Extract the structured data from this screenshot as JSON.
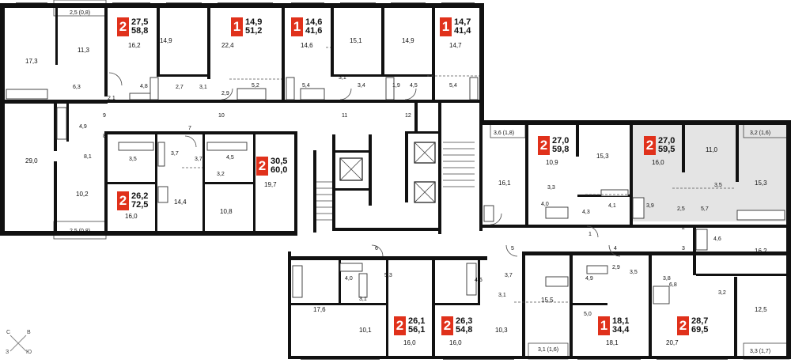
{
  "apartments": [
    {
      "rooms": "2",
      "living": "27,5",
      "total": "58,8"
    },
    {
      "rooms": "1",
      "living": "14,9",
      "total": "51,2"
    },
    {
      "rooms": "1",
      "living": "14,6",
      "total": "41,6"
    },
    {
      "rooms": "1",
      "living": "14,7",
      "total": "41,4"
    },
    {
      "rooms": "2",
      "living": "30,5",
      "total": "60,0"
    },
    {
      "rooms": "2",
      "living": "26,2",
      "total": "72,5"
    },
    {
      "rooms": "2",
      "living": "27,0",
      "total": "59,8"
    },
    {
      "rooms": "2",
      "living": "27,0",
      "total": "59,5"
    },
    {
      "rooms": "2",
      "living": "26,1",
      "total": "56,1"
    },
    {
      "rooms": "2",
      "living": "26,3",
      "total": "54,8"
    },
    {
      "rooms": "1",
      "living": "18,1",
      "total": "34,4"
    },
    {
      "rooms": "2",
      "living": "28,7",
      "total": "69,5"
    }
  ],
  "areas": [
    "2,5 (0,8)",
    "11,3",
    "16,2",
    "14,9",
    "22,4",
    "14,6",
    "15,1",
    "14,9",
    "14,7",
    "17,3",
    "6,3",
    "4,8",
    "2,7",
    "3,1",
    "5,2",
    "5,4",
    "3,1",
    "3,4",
    "1,9",
    "4,5",
    "5,4",
    "2,1",
    "2,9",
    "4,9",
    "29,0",
    "8,1",
    "3,5",
    "3,7",
    "3,7",
    "4,5",
    "3,2",
    "19,7",
    "10,2",
    "16,0",
    "14,4",
    "10,8",
    "2,5 (0,8)",
    "3,6 (1,8)",
    "16,1",
    "10,9",
    "3,3",
    "4,0",
    "4,3",
    "15,3",
    "4,1",
    "3,9",
    "16,0",
    "11,0",
    "3,2 (1,6)",
    "15,3",
    "3,5",
    "2,5",
    "5,7",
    "4,6",
    "16,2",
    "4,0",
    "5,3",
    "3,1",
    "17,6",
    "10,1",
    "16,0",
    "4,6",
    "3,7",
    "3,1",
    "15,5",
    "10,3",
    "16,0",
    "3,1 (1,6)",
    "4,9",
    "2,9",
    "3,5",
    "3,8",
    "6,8",
    "3,2",
    "5,0",
    "18,1",
    "20,7",
    "12,5",
    "3,3 (1,7)"
  ],
  "doors": [
    "7",
    "8",
    "9",
    "10",
    "11",
    "12",
    "1",
    "2",
    "3",
    "4",
    "5",
    "6"
  ],
  "compass": {
    "n": "С",
    "e": "В",
    "w": "З",
    "s": "Ю"
  },
  "colors": {
    "badge": "#e0311b",
    "highlight": "#e4e4e4",
    "wall": "#111111"
  }
}
